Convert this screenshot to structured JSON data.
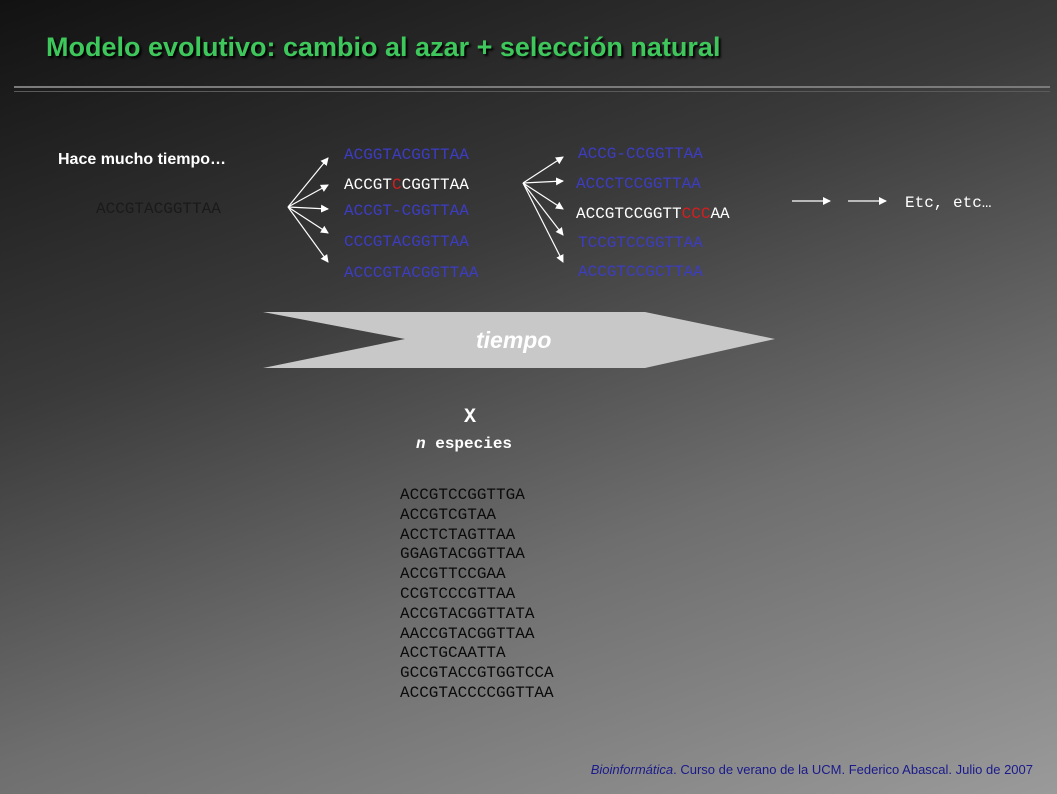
{
  "title": "Modelo evolutivo: cambio al azar + selección natural",
  "intro_label": "Hace mucho tiempo…",
  "root_sequence": "ACCGTACGGTTAA",
  "gen1": {
    "s1": "ACGGTACGGTTAA",
    "s2_pre": "ACCGT",
    "s2_mut": "C",
    "s2_post": "CGGTTAA",
    "s3": "ACCGT-CGGTTAA",
    "s4": "CCCGTACGGTTAA",
    "s5": "ACCCGTACGGTTAA"
  },
  "gen2": {
    "s1": "ACCG-CCGGTTAA",
    "s2": "ACCCTCCGGTTAA",
    "s3_pre": "ACCGTCCGGTT",
    "s3_mut": "CCC",
    "s3_post": "AA",
    "s4": "TCCGTCCGGTTAA",
    "s5": "ACCGTCCGCTTAA"
  },
  "etc_label": "Etc, etc…",
  "time_arrow_label": "tiempo",
  "multiplier_symbol": "X",
  "species_n": "n",
  "species_word": " especies",
  "species_sequences": [
    "ACCGTCCGGTTGA",
    "ACCGTCGTAA",
    "ACCTCTAGTTAA",
    "GGAGTACGGTTAA",
    "ACCGTTCCGAA",
    "CCGTCCCGTTAA",
    "ACCGTACGGTTATA",
    "AACCGTACGGTTAA",
    "ACCTGCAATTA",
    "GCCGTACCGTGGTCCA",
    "ACCGTACCCCGGTTAA"
  ],
  "footer": {
    "italic": "Bioinformática",
    "rest": ". Curso de verano de la UCM. Federico Abascal. Julio de 2007"
  },
  "colors": {
    "title": "#3ec85c",
    "mutant_sequence": "#3c3cc4",
    "mutation_highlight": "#d61e1e"
  }
}
